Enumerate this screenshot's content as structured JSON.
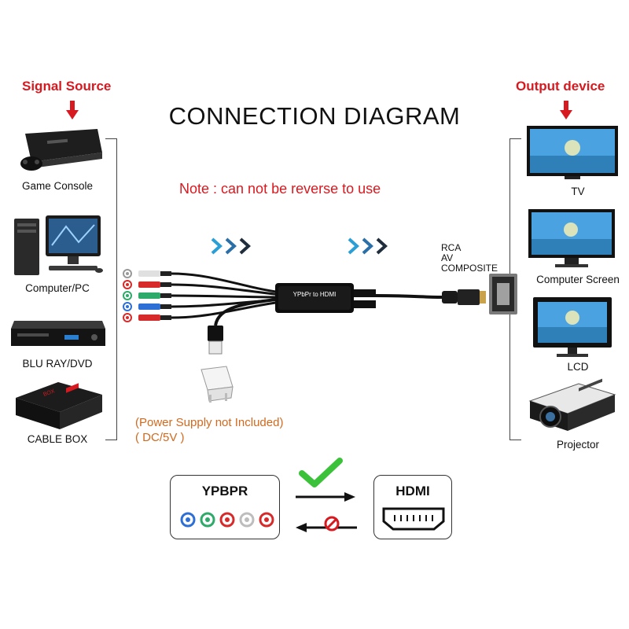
{
  "title": "CONNECTION DIAGRAM",
  "note": "Note : can not be reverse to use",
  "signal_source": {
    "heading": "Signal Source",
    "devices": [
      {
        "label": "Game Console",
        "icon": "game-console-icon"
      },
      {
        "label": "Computer/PC",
        "icon": "computer-pc-icon"
      },
      {
        "label": "BLU RAY/DVD",
        "icon": "bluray-player-icon"
      },
      {
        "label": "CABLE BOX",
        "icon": "cable-box-icon"
      }
    ]
  },
  "output_device": {
    "heading": "Output device",
    "devices": [
      {
        "label": "TV",
        "icon": "tv-icon"
      },
      {
        "label": "Computer Screen",
        "icon": "computer-screen-icon"
      },
      {
        "label": "LCD",
        "icon": "lcd-monitor-icon"
      },
      {
        "label": "Projector",
        "icon": "projector-icon"
      }
    ]
  },
  "converter": {
    "label": "YPbPr to HDMI",
    "output_labels": [
      "RCA",
      "AV",
      "COMPOSITE"
    ]
  },
  "power": {
    "line1": "(Power Supply not Included)",
    "line2": "( DC/5V )"
  },
  "legend": {
    "input_label": "YPBPR",
    "output_label": "HDMI",
    "forward_status": "allowed",
    "reverse_status": "not allowed"
  },
  "colors": {
    "accent_red": "#d71920",
    "power_note": "#d2691e",
    "chevron_blue": "#2a9fd6",
    "chevron_dark": "#1f2d3d",
    "check_green": "#3cc13b",
    "rca_blue": "#2e6fd6",
    "rca_green": "#2eaa6a",
    "rca_red": "#d72b2b",
    "rca_white": "#bdbdbd"
  }
}
